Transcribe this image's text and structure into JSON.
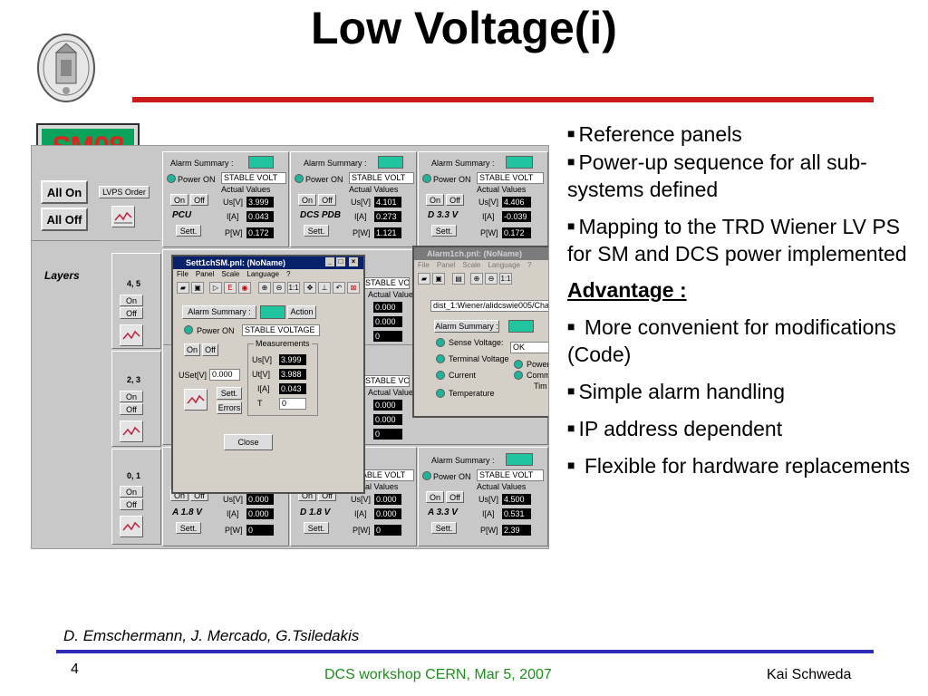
{
  "title": "Low Voltage(i)",
  "sm_label": "SM08",
  "controls": {
    "all_on": "All On",
    "all_off": "All Off",
    "lvps_order": "LVPS Order",
    "layers": "Layers"
  },
  "layers": [
    {
      "label": "4, 5",
      "on": "On",
      "off": "Off"
    },
    {
      "label": "2, 3",
      "on": "On",
      "off": "Off"
    },
    {
      "label": "0, 1",
      "on": "On",
      "off": "Off"
    }
  ],
  "common": {
    "alarm_summary": "Alarm Summary :",
    "power_on": "Power ON",
    "stable_volt": "STABLE VOLT",
    "actual_values": "Actual Values",
    "on": "On",
    "off": "Off",
    "sett": "Sett.",
    "us": "Us[V]",
    "i": "I[A]",
    "p": "P[W]"
  },
  "top_channels": [
    {
      "name": "PCU",
      "us": "3.999",
      "i": "0.043",
      "p": "0.172"
    },
    {
      "name": "DCS PDB",
      "us": "4.101",
      "i": "0.273",
      "p": "1.121"
    },
    {
      "name": "D 3.3 V",
      "us": "4.406",
      "i": "-0.039",
      "p": "0.172"
    }
  ],
  "bottom_channels": [
    {
      "name": "A 1.8 V",
      "us": "0.000",
      "i": "0.000",
      "p": "0"
    },
    {
      "name": "D 1.8 V",
      "us": "0.000",
      "i": "0.000",
      "p": "0"
    },
    {
      "name": "A 3.3 V",
      "us": "4.500",
      "i": "0.531",
      "p": "2.39"
    }
  ],
  "hidden_values": {
    "row2a": "0.000",
    "row2b": "0.000",
    "row2c": "0",
    "row3a": "0.000",
    "row3b": "0.000",
    "row3c": "0"
  },
  "sett_window": {
    "title": "Sett1chSM.pnl: (NoName)",
    "menu": [
      "File",
      "Panel",
      "Scale",
      "Language",
      "?"
    ],
    "alarm_summary": "Alarm Summary :",
    "action": "Action",
    "power_on": "Power ON",
    "stable_voltage": "STABLE VOLTAGE",
    "on": "On",
    "off": "Off",
    "measurements": "Measurements",
    "us_label": "Us[V]",
    "us_value": "3.999",
    "ut_label": "Ut[V]",
    "ut_value": "3.988",
    "i_label": "I[A]",
    "i_value": "0.043",
    "t_label": "T",
    "t_value": "0",
    "uset_label": "USet[V]",
    "uset_value": "0.000",
    "sett": "Sett.",
    "errors": "Errors",
    "close": "Close"
  },
  "alarm_window": {
    "title": "Alarm1ch.pnl: (NoName)",
    "menu": [
      "File",
      "Panel",
      "Scale",
      "Language",
      "?"
    ],
    "path": "dist_1:Wiener/alidcswie005/Cha",
    "alarm_summary": "Alarm Summary :",
    "sense_voltage": "Sense Voltage:",
    "sense_value": "OK",
    "terminal_voltage": "Terminal Voltage",
    "current": "Current",
    "temperature": "Temperature",
    "power": "Power",
    "comm": "Comm",
    "tim": "Tim"
  },
  "bullets": {
    "b1": "Reference panels",
    "b2": "Power-up sequence for all sub-systems defined",
    "b3": "Mapping to the TRD Wiener LV PS for SM and DCS power implemented",
    "advantage": "Advantage :",
    "b4": "More convenient for modifications (Code)",
    "b5": "Simple alarm handling",
    "b6": "IP address dependent",
    "b7": "Flexible for hardware replacements"
  },
  "authors": "D. Emschermann, J. Mercado, G.Tsiledakis",
  "footer": {
    "page": "4",
    "center": "DCS workshop CERN, Mar 5, 2007",
    "right": "Kai Schweda"
  },
  "colors": {
    "title_rule": "#cc1a1a",
    "footer_rule": "#2c2cb8",
    "footer_center": "#1c8f1c",
    "sm08_bg": "#0aa35c",
    "sm08_text": "#d9271f",
    "led": "#1fb59a",
    "window_title": "#08216b"
  }
}
